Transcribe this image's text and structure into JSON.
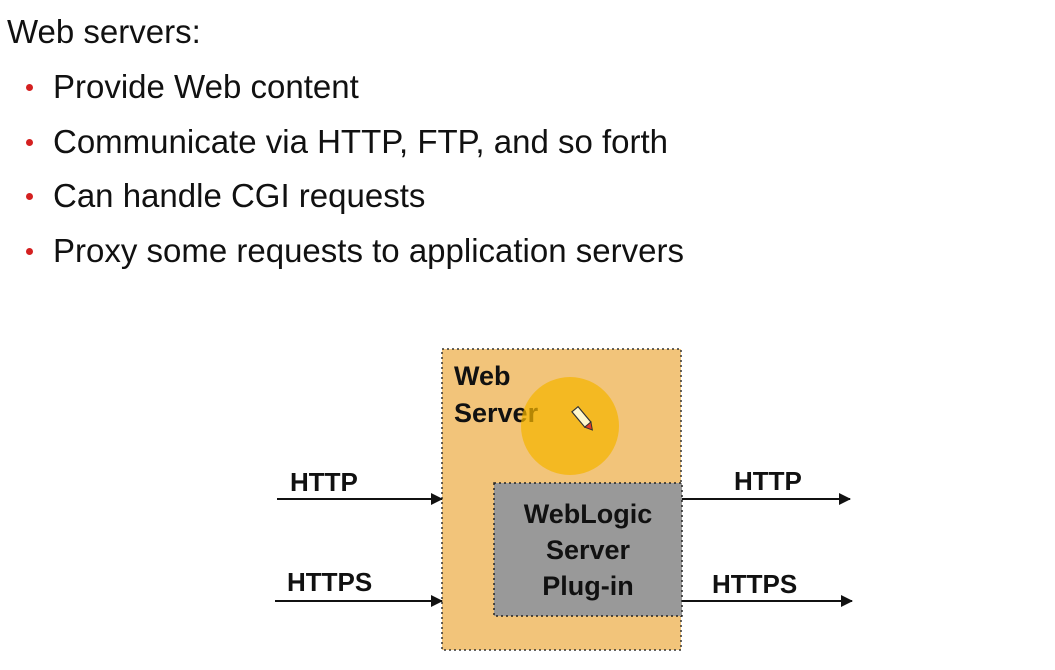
{
  "heading": "Web servers:",
  "bullets": [
    "Provide Web content",
    "Communicate via HTTP, FTP, and so forth",
    "Can handle CGI requests",
    "Proxy some requests to application servers"
  ],
  "colors": {
    "bullet": "#d42020",
    "web_server_fill": "#f2c47a",
    "plugin_fill": "#999999",
    "cursor_highlight": "#f4b400"
  },
  "diagram": {
    "web_server_label": [
      "Web",
      "Server"
    ],
    "plugin_label": [
      "WebLogic",
      "Server",
      "Plug-in"
    ],
    "inputs": [
      "HTTP",
      "HTTPS"
    ],
    "outputs": [
      "HTTP",
      "HTTPS"
    ]
  },
  "icons": {
    "cursor": "pen-cursor-icon"
  }
}
